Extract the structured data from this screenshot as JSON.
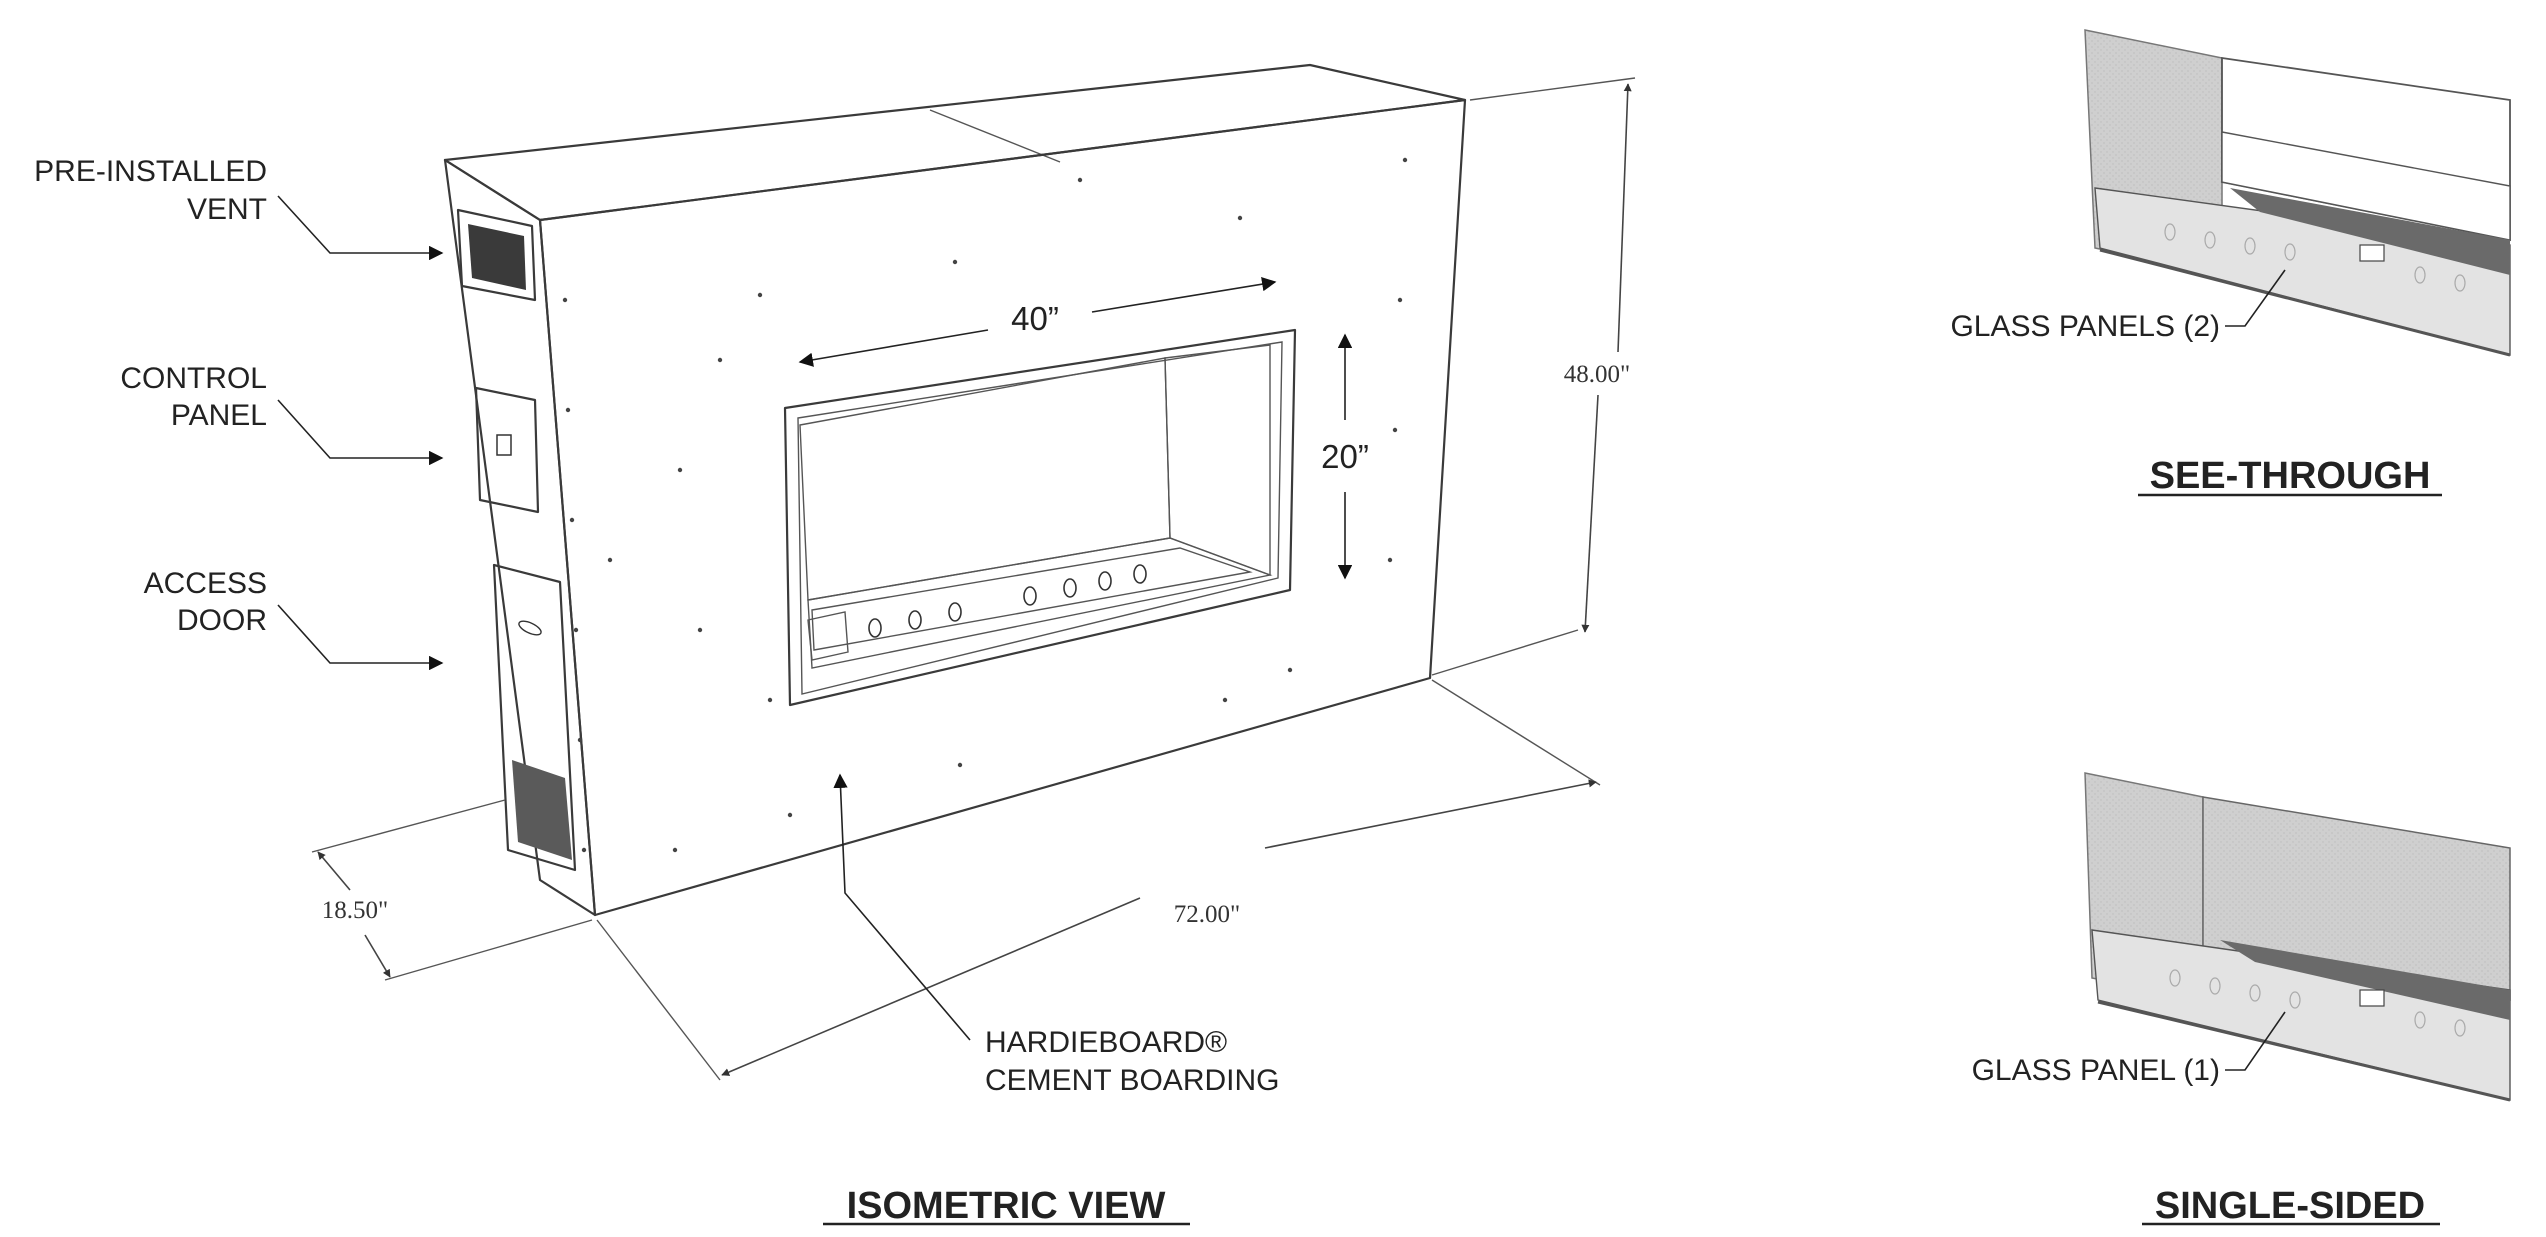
{
  "callouts": {
    "vent": [
      "PRE-INSTALLED",
      "VENT"
    ],
    "control": [
      "CONTROL",
      "PANEL"
    ],
    "access": [
      "ACCESS",
      "DOOR"
    ],
    "board": [
      "HARDIEBOARD®",
      "CEMENT BOARDING"
    ]
  },
  "dimensions": {
    "opening_width": "40”",
    "opening_height": "20”",
    "unit_height": "48.00\"",
    "unit_width": "72.00\"",
    "unit_depth": "18.50\""
  },
  "variants": {
    "see_through": {
      "glass_label": "GLASS PANELS (2)",
      "title": "SEE-THROUGH"
    },
    "single_sided": {
      "glass_label": "GLASS PANEL (1)",
      "title": "SINGLE-SIDED"
    }
  },
  "main_title": "ISOMETRIC VIEW",
  "colors": {
    "board_face": "#eeeeee",
    "board_top": "#d9d9d9",
    "board_side": "#c9c9c9",
    "cavity_dark": "#8c8c8c",
    "cavity_light": "#dcdcdc",
    "burner_blue": "#6f88a6"
  }
}
